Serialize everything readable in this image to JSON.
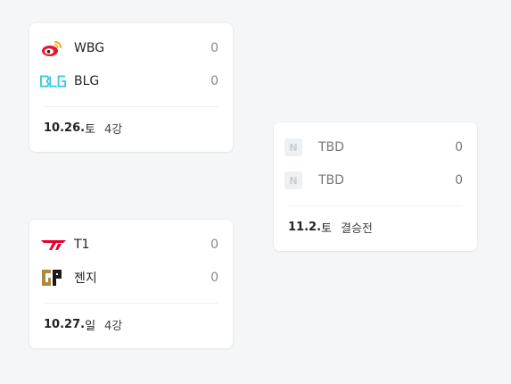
{
  "matches": [
    {
      "teams": [
        {
          "name": "WBG",
          "score": "0",
          "logo": "weibo-logo"
        },
        {
          "name": "BLG",
          "score": "0",
          "logo": "blg-logo"
        }
      ],
      "date": "10.26.",
      "day": "토",
      "round": "4강"
    },
    {
      "teams": [
        {
          "name": "T1",
          "score": "0",
          "logo": "t1-logo"
        },
        {
          "name": "젠지",
          "score": "0",
          "logo": "geng-logo"
        }
      ],
      "date": "10.27.",
      "day": "일",
      "round": "4강"
    },
    {
      "teams": [
        {
          "name": "TBD",
          "score": "0",
          "logo": "placeholder-n-logo",
          "logo_text": "N"
        },
        {
          "name": "TBD",
          "score": "0",
          "logo": "placeholder-n-logo",
          "logo_text": "N"
        }
      ],
      "date": "11.2.",
      "day": "토",
      "round": "결승전"
    }
  ],
  "colors": {
    "background": "#f5f6f8",
    "card": "#ffffff",
    "weibo_red": "#e6162d",
    "blg_cyan": "#3cc8e6",
    "t1_red": "#e2012d",
    "geng_gold": "#aa8a3d"
  }
}
